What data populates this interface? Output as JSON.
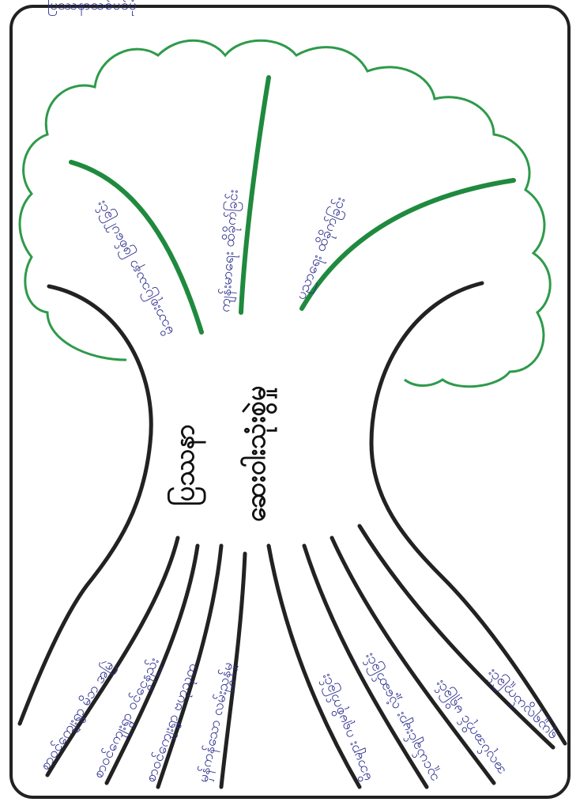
{
  "header_text": "ပြဿနာသစ်ပင်ပုံ",
  "trunk": {
    "line1": "ဆေးဝါးသုံးစွဲမှု",
    "line2": "ပြဿနာ"
  },
  "branches": [
    {
      "label": "မိသားစုပြဿနာ ဖြစ်ပေါ်ခြင်း"
    },
    {
      "label": "ကျန်းမာရေး ထိခိုက်ခြင်း"
    },
    {
      "label": "ပညာရေး ထိခိုက်ခြင်း"
    }
  ],
  "roots": [
    {
      "label": "စာဝင်ကျေးရွာ မိဘ အမြဲ"
    },
    {
      "label": "စာဝင်ကျေးရွာ ဝင်ငွေနည်း"
    },
    {
      "label": "စာဝင်ကျေးရွာ ဗဟုသုတ"
    },
    {
      "label": "မှန်ကန်သော လမ်းညွှန်မှု"
    },
    {
      "label": "မိဘများ ဂရုမစိုက်ခြင်း"
    },
    {
      "label": "သူငယ်ချင်းများ လှုံ့ဆော်ခြင်း"
    },
    {
      "label": "အလုပ်အကိုင် မရှိခြင်း"
    },
    {
      "label": "ရယူရလွယ်ကူခြင်း"
    }
  ],
  "colors": {
    "crown": "#2e9a4a",
    "branch": "#1f8a3e",
    "trunk": "#222222",
    "handwriting": "#2d2f8f",
    "frame": "#222222"
  }
}
